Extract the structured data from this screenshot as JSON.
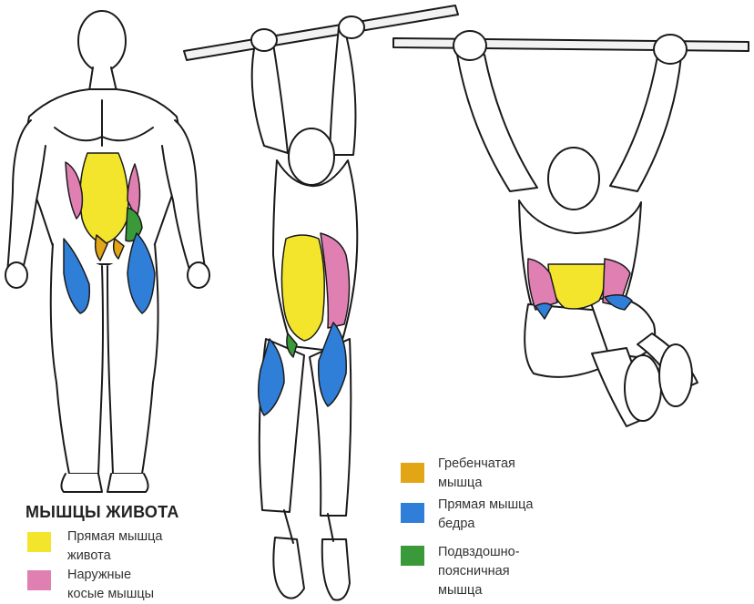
{
  "legend": {
    "title": "МЫШЦЫ ЖИВОТА",
    "items": [
      {
        "label": "Прямая мышца\nживота",
        "color": "#f2e52c"
      },
      {
        "label": "Наружные\nкосые мышцы",
        "color": "#e07fb2"
      },
      {
        "label": "Гребенчатая\nмышца",
        "color": "#e2a516"
      },
      {
        "label": "Прямая мышца\nбедра",
        "color": "#2f7fd8"
      },
      {
        "label": "Подвздошно-\nпоясничная\nмышца",
        "color": "#3a9a3a"
      }
    ]
  },
  "figures": [
    {
      "name": "front-view"
    },
    {
      "name": "hanging-straight-legs"
    },
    {
      "name": "hanging-knee-raise"
    }
  ]
}
